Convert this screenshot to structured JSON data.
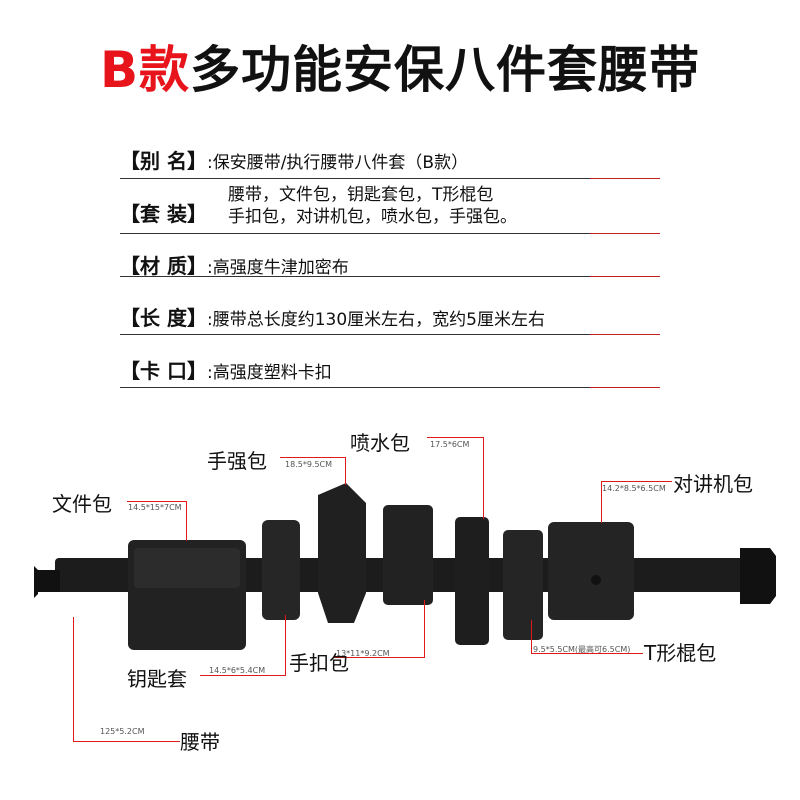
{
  "title": {
    "prefix": "B款",
    "main": "多功能安保八件套腰带"
  },
  "specs": [
    {
      "key": "【别 名】",
      "value": ":保安腰带/执行腰带八件套（B款）"
    },
    {
      "key": "【套 装】",
      "value": "腰带，文件包，钥匙套包，T形棍包",
      "value2": "手扣包，对讲机包，喷水包，手强包。"
    },
    {
      "key": "【材 质】",
      "value": ":高强度牛津加密布"
    },
    {
      "key": "【长 度】",
      "value": ":腰带总长度约130厘米左右，宽约5厘米左右"
    },
    {
      "key": "【卡 口】",
      "value": ":高强度塑料卡扣"
    }
  ],
  "parts": {
    "wenjian": {
      "label": "文件包",
      "size": "14.5*15*7CM"
    },
    "shouqiang": {
      "label": "手强包",
      "size": "18.5*9.5CM"
    },
    "penshui": {
      "label": "喷水包",
      "size": "17.5*6CM"
    },
    "duijiang": {
      "label": "对讲机包",
      "size": "14.2*8.5*6.5CM"
    },
    "yaoshi": {
      "label": "钥匙套",
      "size": "14.5*6*5.4CM"
    },
    "shoukou": {
      "label": "手扣包",
      "size": "13*11*9.2CM"
    },
    "tgun": {
      "label": "T形棍包",
      "size": "9.5*5.5CM(最高可6.5CM)"
    },
    "yaodai": {
      "label": "腰带",
      "size": "125*5.2CM"
    }
  }
}
